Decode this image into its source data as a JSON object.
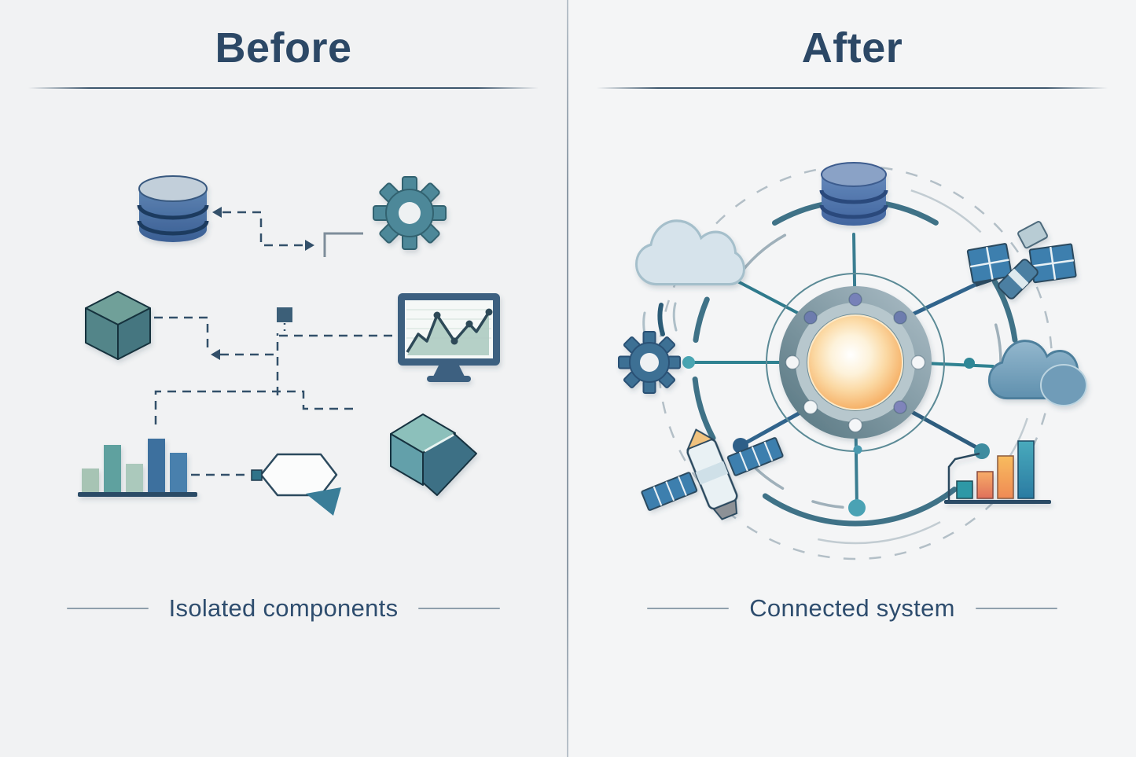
{
  "comparison": {
    "left": {
      "title": "Before",
      "caption": "Isolated components"
    },
    "right": {
      "title": "After",
      "caption": "Connected system"
    }
  },
  "left_panel_icons": [
    {
      "name": "database-icon"
    },
    {
      "name": "gear-icon"
    },
    {
      "name": "cube-icon"
    },
    {
      "name": "monitor-chart-icon"
    },
    {
      "name": "bar-chart-icon"
    },
    {
      "name": "hexagon-flowchart-icon"
    },
    {
      "name": "package-box-icon"
    }
  ],
  "right_panel_icons": [
    {
      "name": "database-icon",
      "position": "top"
    },
    {
      "name": "solar-satellite-icon",
      "position": "top-right"
    },
    {
      "name": "cloud-icon",
      "position": "right"
    },
    {
      "name": "bar-chart-icon",
      "position": "bottom-right"
    },
    {
      "name": "node-dot",
      "position": "bottom"
    },
    {
      "name": "satellite-icon",
      "position": "bottom-left"
    },
    {
      "name": "gear-icon",
      "position": "left"
    },
    {
      "name": "cloud-icon",
      "position": "top-left"
    }
  ],
  "hub": {
    "name": "central-hub-orb",
    "spokes": 8
  },
  "colors": {
    "background_left": "#f1f2f3",
    "background_right": "#f4f5f6",
    "title_text": "#2c4866",
    "caption_text": "#2e4d6e",
    "divider": "#8d9aa6",
    "dashed_connector": "#33506a",
    "spoke_teal": "#2f8291",
    "spoke_blue": "#31648c",
    "hub_orange": "#f3a95e",
    "hub_ring": "#54747f",
    "cloud_light": "#d6e3eb",
    "cloud_steel": "#5f90ae",
    "gear_teal": "#4d8899",
    "gear_blue": "#3d6f94",
    "db_blue": "#41659f"
  }
}
